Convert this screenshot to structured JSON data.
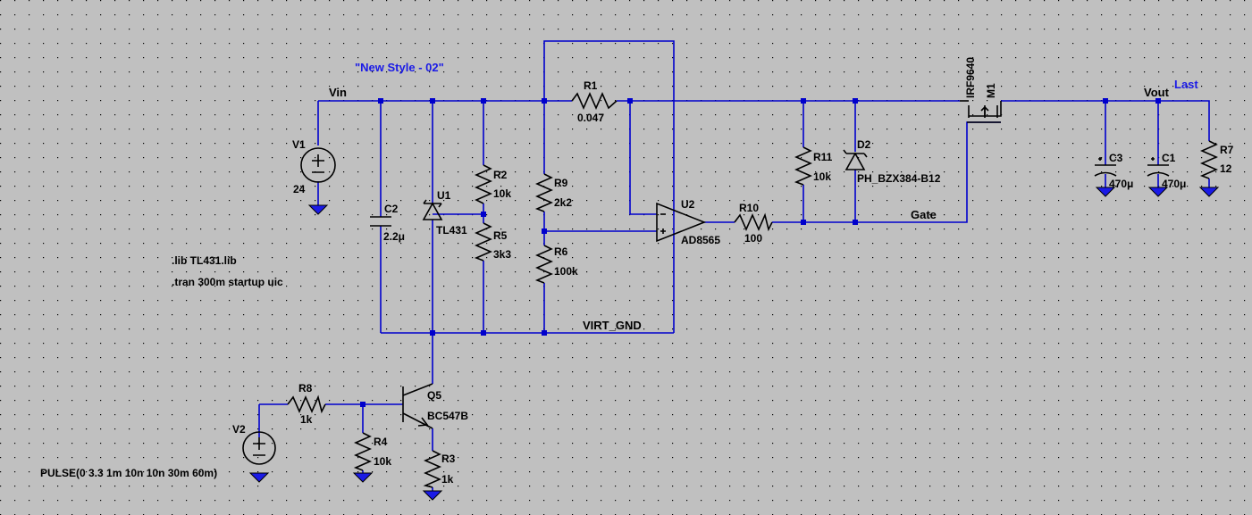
{
  "labels": {
    "title": "\"New Style - 02\"",
    "vin": "Vin",
    "vout": "Vout",
    "last": "Last",
    "gate": "Gate",
    "virt_gnd": "VIRT_GND"
  },
  "directives": {
    "lib": ".lib TL431.lib",
    "tran": ".tran 300m startup uic"
  },
  "components": {
    "V1": {
      "name": "V1",
      "value": "24"
    },
    "V2": {
      "name": "V2",
      "value": "PULSE(0 3.3 1m 10n 10n 30m 60m)"
    },
    "C1": {
      "name": "C1",
      "value": "470μ"
    },
    "C2": {
      "name": "C2",
      "value": "2.2μ"
    },
    "C3": {
      "name": "C3",
      "value": "470μ"
    },
    "R1": {
      "name": "R1",
      "value": "0.047"
    },
    "R2": {
      "name": "R2",
      "value": "10k"
    },
    "R3": {
      "name": "R3",
      "value": "1k"
    },
    "R4": {
      "name": "R4",
      "value": "10k"
    },
    "R5": {
      "name": "R5",
      "value": "3k3"
    },
    "R6": {
      "name": "R6",
      "value": "100k"
    },
    "R7": {
      "name": "R7",
      "value": "12"
    },
    "R8": {
      "name": "R8",
      "value": "1k"
    },
    "R9": {
      "name": "R9",
      "value": "2k2"
    },
    "R10": {
      "name": "R10",
      "value": "100"
    },
    "R11": {
      "name": "R11",
      "value": "10k"
    },
    "U1": {
      "name": "U1",
      "value": "TL431"
    },
    "U2": {
      "name": "U2",
      "value": "AD8565"
    },
    "D2": {
      "name": "D2",
      "value": "PH_BZX384-B12"
    },
    "Q5": {
      "name": "Q5",
      "value": "BC547B"
    },
    "M1": {
      "name": "M1",
      "value": "IRF9640"
    }
  }
}
